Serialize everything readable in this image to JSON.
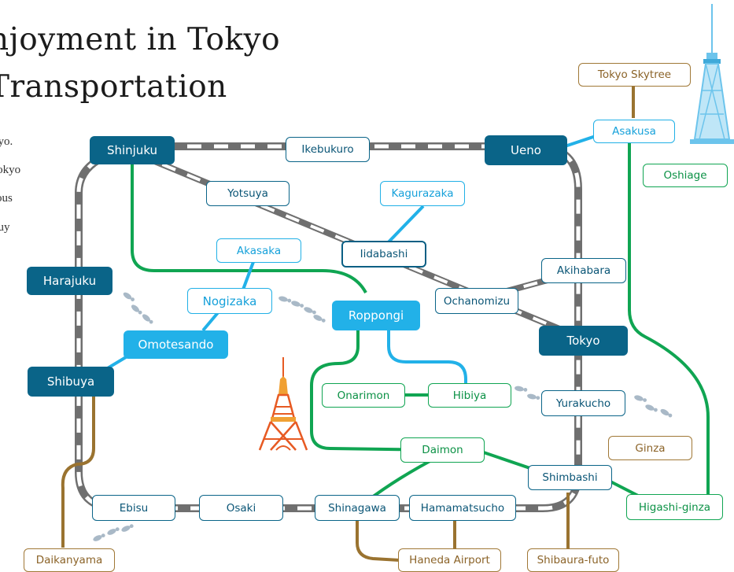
{
  "header": {
    "title_line1": "njoyment in Tokyo",
    "title_line2": "Transportation",
    "intro_lines": [
      "kyo.",
      "Tokyo",
      "rous",
      "buy"
    ]
  },
  "colors": {
    "jr_line": "#6f6f6f",
    "navy": "#0a6488",
    "sky": "#22b1e8",
    "green": "#10a552",
    "brown": "#a07836",
    "footprints": "#a9b9c7",
    "tower_orange": "#e75a23",
    "skytree_blue": "#6cc4ec"
  },
  "stations": {
    "tokyo_skytree": "Tokyo Skytree",
    "asakusa": "Asakusa",
    "oshiage": "Oshiage",
    "shinjuku": "Shinjuku",
    "ikebukuro": "Ikebukuro",
    "ueno": "Ueno",
    "yotsuya": "Yotsuya",
    "kagurazaka": "Kagurazaka",
    "akasaka": "Akasaka",
    "iidabashi": "Iidabashi",
    "harajuku": "Harajuku",
    "nogizaka": "Nogizaka",
    "akihabara": "Akihabara",
    "roppongi": "Roppongi",
    "ochanomizu": "Ochanomizu",
    "omotesando": "Omotesando",
    "tokyo": "Tokyo",
    "shibuya": "Shibuya",
    "onarimon": "Onarimon",
    "hibiya": "Hibiya",
    "yurakucho": "Yurakucho",
    "ginza": "Ginza",
    "daimon": "Daimon",
    "shimbashi": "Shimbashi",
    "higashi_ginza": "Higashi-ginza",
    "ebisu": "Ebisu",
    "osaki": "Osaki",
    "shinagawa": "Shinagawa",
    "hamamatsucho": "Hamamatsucho",
    "daikanyama": "Daikanyama",
    "haneda_airport": "Haneda Airport",
    "shibaura_futo": "Shibaura-futo"
  },
  "landmarks": {
    "tower_icon": "tokyo-tower-icon",
    "skytree_icon": "tokyo-skytree-icon",
    "walk_icon": "footprints-icon"
  }
}
